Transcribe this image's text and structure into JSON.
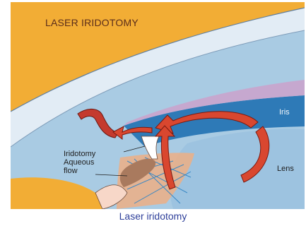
{
  "figure": {
    "title": "LASER IRIDOTOMY",
    "labels": {
      "iris": "Iris",
      "iridotomy": "Iridotomy",
      "aqueous_flow_line1": "Aqueous",
      "aqueous_flow_line2": "flow",
      "lens": "Lens"
    },
    "colors": {
      "sclera": "#f2ad35",
      "cornea": "#d8e6f2",
      "chamber": "#a9cbe3",
      "iris": "#2e7ab7",
      "flow_arrow": "#d9472f",
      "ciliary": "#a97a5e"
    }
  },
  "caption": "Laser iridotomy"
}
